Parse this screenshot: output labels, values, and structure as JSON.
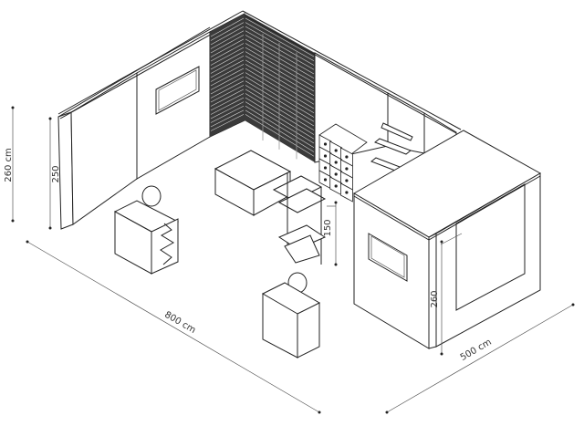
{
  "dimensions": {
    "total_height": "260 cm",
    "wall_height": "250",
    "length": "800 cm",
    "depth": "500 cm",
    "counter_height": "150",
    "storage_height": "260"
  }
}
